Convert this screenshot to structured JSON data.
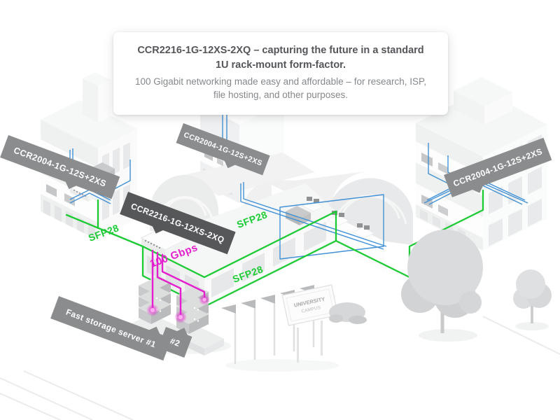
{
  "card": {
    "title": "CCR2216-1G-12XS-2XQ – capturing the future in a standard 1U rack-mount form-factor.",
    "subtitle": "100 Gigabit networking made easy and affordable – for research, ISP, file hosting, and other purposes."
  },
  "tags": {
    "left": "CCR2004-1G-12S+2XS",
    "top_middle": "CCR2004-1G-12S+2XS",
    "center": "CCR2216-1G-12XS-2XQ",
    "right": "CCR2004-1G-12S+2XS"
  },
  "links": {
    "sfp_left": "SFP28",
    "sfp_middle": "SFP28",
    "sfp_bottom": "SFP28",
    "speed": "100 Gbps"
  },
  "storage": {
    "server1": "Fast storage server #1",
    "server2": "#2"
  },
  "sign": {
    "line1": "UNIVERSITY",
    "line2": "CAMPUS"
  },
  "colors": {
    "link_green": "#1ccb33",
    "link_magenta": "#e31fce",
    "cable_blue": "#4191d6",
    "tag_gray": "#8a8c8e",
    "tag_dark": "#565759"
  }
}
